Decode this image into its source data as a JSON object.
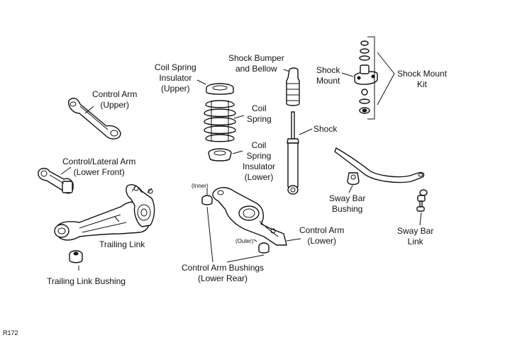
{
  "diagram": {
    "labels": {
      "control_arm_upper": [
        "Control Arm",
        "(Upper)"
      ],
      "control_lateral_arm": [
        "Control/Lateral Arm",
        "(Lower Front)"
      ],
      "trailing_link": [
        "Trailing Link"
      ],
      "trailing_link_bushing": [
        "Trailing Link Bushing"
      ],
      "coil_spring_insulator_upper": [
        "Coil Spring",
        "Insulator",
        "(Upper)"
      ],
      "coil_spring": [
        "Coil",
        "Spring"
      ],
      "coil_spring_insulator_lower": [
        "Coil",
        "Spring",
        "Insulator",
        "(Lower)"
      ],
      "shock_bumper": [
        "Shock Bumper",
        "and Bellow"
      ],
      "shock_mount": [
        "Shock",
        "Mount"
      ],
      "shock_mount_kit": [
        "Shock Mount",
        "Kit"
      ],
      "shock": [
        "Shock"
      ],
      "sway_bar_bushing": [
        "Sway Bar",
        "Bushing"
      ],
      "sway_bar_link": [
        "Sway Bar",
        "Link"
      ],
      "control_arm_lower": [
        "Control Arm",
        "(Lower)"
      ],
      "control_arm_bushings": [
        "Control Arm Bushings",
        "(Lower Rear)"
      ],
      "inner": "(Inner)",
      "outer": "(Outer)"
    },
    "figure_code": "R172"
  }
}
